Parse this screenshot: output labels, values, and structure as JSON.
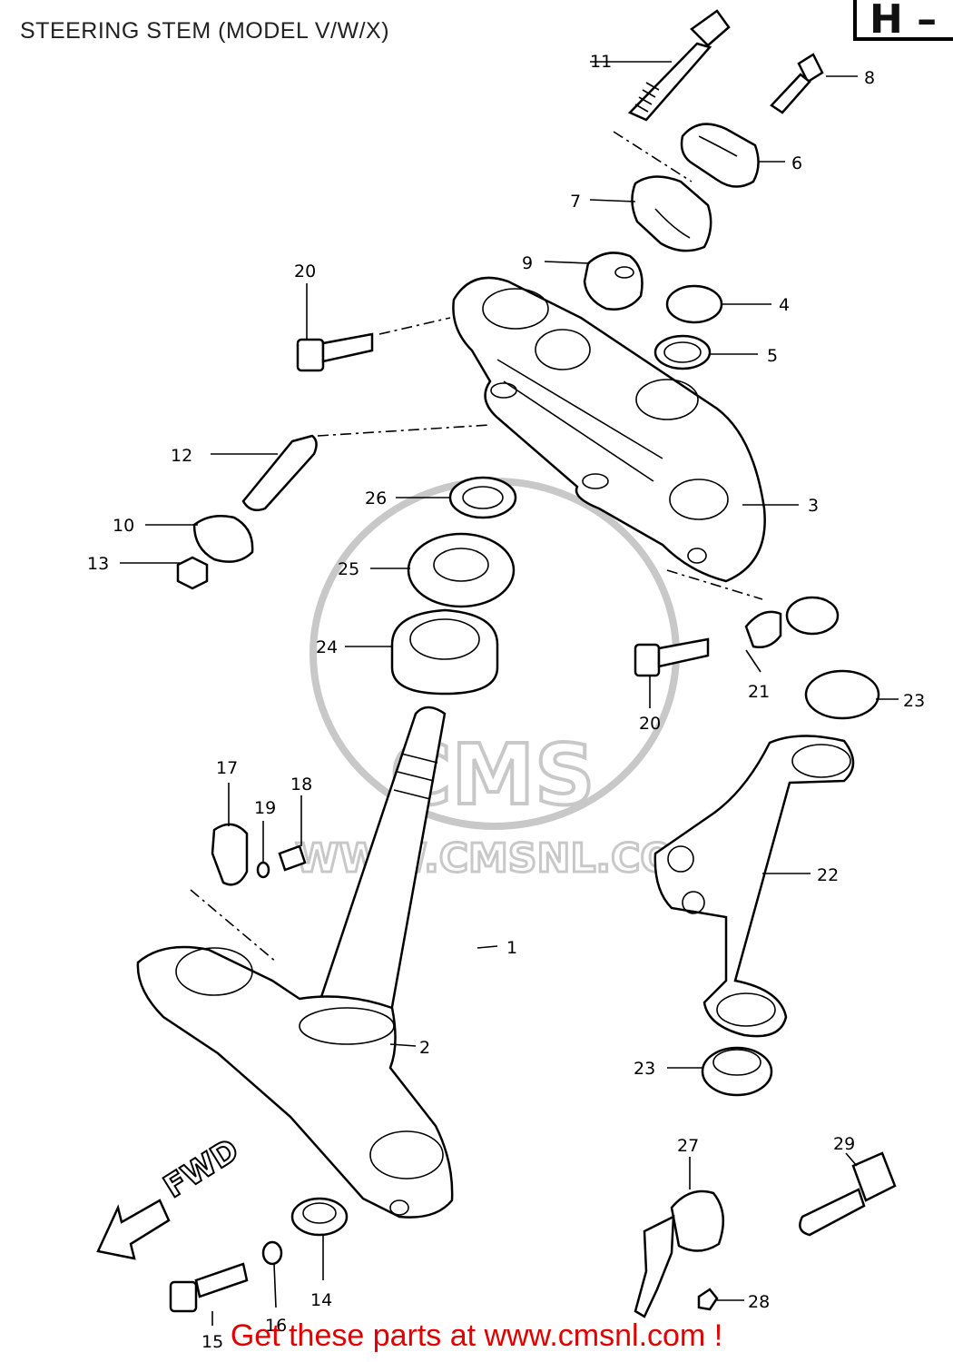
{
  "header": {
    "title": "STEERING STEM (MODEL V/W/X)",
    "section_code": "H –"
  },
  "parts": [
    {
      "id": "p1",
      "label": "1"
    },
    {
      "id": "p2",
      "label": "2"
    },
    {
      "id": "p3",
      "label": "3"
    },
    {
      "id": "p4",
      "label": "4"
    },
    {
      "id": "p5",
      "label": "5"
    },
    {
      "id": "p6",
      "label": "6"
    },
    {
      "id": "p7",
      "label": "7"
    },
    {
      "id": "p8",
      "label": "8"
    },
    {
      "id": "p9",
      "label": "9"
    },
    {
      "id": "p10",
      "label": "10"
    },
    {
      "id": "p11",
      "label": "11"
    },
    {
      "id": "p12",
      "label": "12"
    },
    {
      "id": "p13",
      "label": "13"
    },
    {
      "id": "p14",
      "label": "14"
    },
    {
      "id": "p15",
      "label": "15"
    },
    {
      "id": "p16",
      "label": "16"
    },
    {
      "id": "p17",
      "label": "17"
    },
    {
      "id": "p18",
      "label": "18"
    },
    {
      "id": "p19",
      "label": "19"
    },
    {
      "id": "p20a",
      "label": "20"
    },
    {
      "id": "p20b",
      "label": "20"
    },
    {
      "id": "p21",
      "label": "21"
    },
    {
      "id": "p22",
      "label": "22"
    },
    {
      "id": "p23a",
      "label": "23"
    },
    {
      "id": "p23b",
      "label": "23"
    },
    {
      "id": "p24",
      "label": "24"
    },
    {
      "id": "p25",
      "label": "25"
    },
    {
      "id": "p26",
      "label": "26"
    },
    {
      "id": "p27",
      "label": "27"
    },
    {
      "id": "p28",
      "label": "28"
    },
    {
      "id": "p29",
      "label": "29"
    }
  ],
  "direction_marker": "FWD",
  "watermark": {
    "brand": "CMS",
    "url": "WWW.CMSNL.COM"
  },
  "footer": {
    "text": "Get these parts at www.cmsnl.com !",
    "color": "#e00000"
  }
}
